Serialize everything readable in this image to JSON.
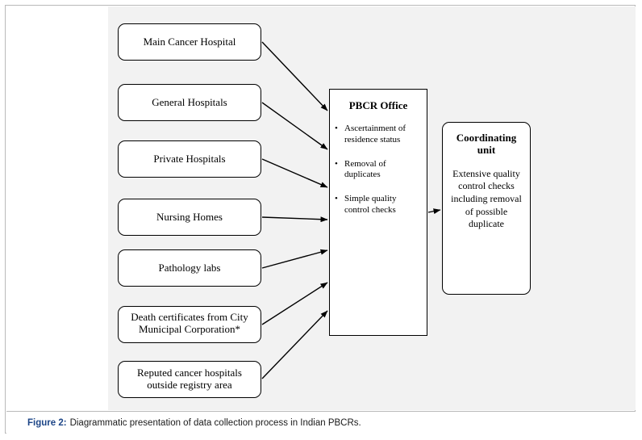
{
  "figure": {
    "caption_label": "Figure 2:",
    "caption_text": "Diagrammatic presentation of data collection process in Indian PBCRs."
  },
  "diagram": {
    "type": "flowchart",
    "sources": [
      {
        "label": "Main Cancer Hospital"
      },
      {
        "label": "General Hospitals"
      },
      {
        "label": "Private Hospitals"
      },
      {
        "label": "Nursing Homes"
      },
      {
        "label": "Pathology labs"
      },
      {
        "label": "Death certificates from City Municipal Corporation*"
      },
      {
        "label": "Reputed cancer hospitals outside registry area"
      }
    ],
    "pbcr_office": {
      "title": "PBCR Office",
      "bullet_marker": "•",
      "bullets": [
        "Ascertainment of residence status",
        "Removal of duplicates",
        "Simple quality control checks"
      ]
    },
    "coordinating_unit": {
      "title": "Coordinating unit",
      "body": "Extensive quality control checks including removal of possible duplicate"
    }
  },
  "colors": {
    "frame_border": "#b9b9b9",
    "canvas": "#f2f2f2",
    "node_border": "#000000",
    "caption_accent": "#1c4587"
  }
}
